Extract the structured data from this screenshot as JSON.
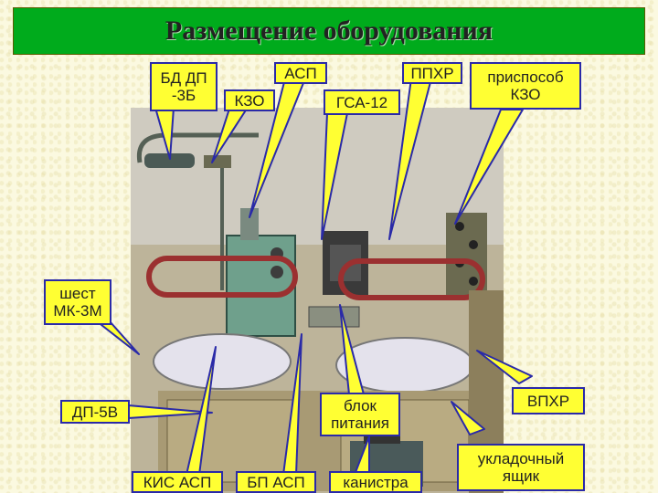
{
  "title": "Размещение оборудования",
  "labels": {
    "bd_dp": "БД ДП\n-3Б",
    "kzo": "КЗО",
    "asp": "АСП",
    "gsa12": "ГСА-12",
    "ppkhr": "ППХР",
    "prisposob": "приспособ\nКЗО",
    "shest": "шест\nМК-3М",
    "dp5v": "ДП-5В",
    "blok": "блок\nпитания",
    "vpkhr": "ВПХР",
    "ukladochny": "укладочный\nящик",
    "kis_asp": "КИС АСП",
    "bp_asp": "БП АСП",
    "kanistra": "канистра"
  },
  "colors": {
    "title_bg": "#00ab1c",
    "label_bg": "#ffff33",
    "label_border": "#2a2aa8"
  }
}
